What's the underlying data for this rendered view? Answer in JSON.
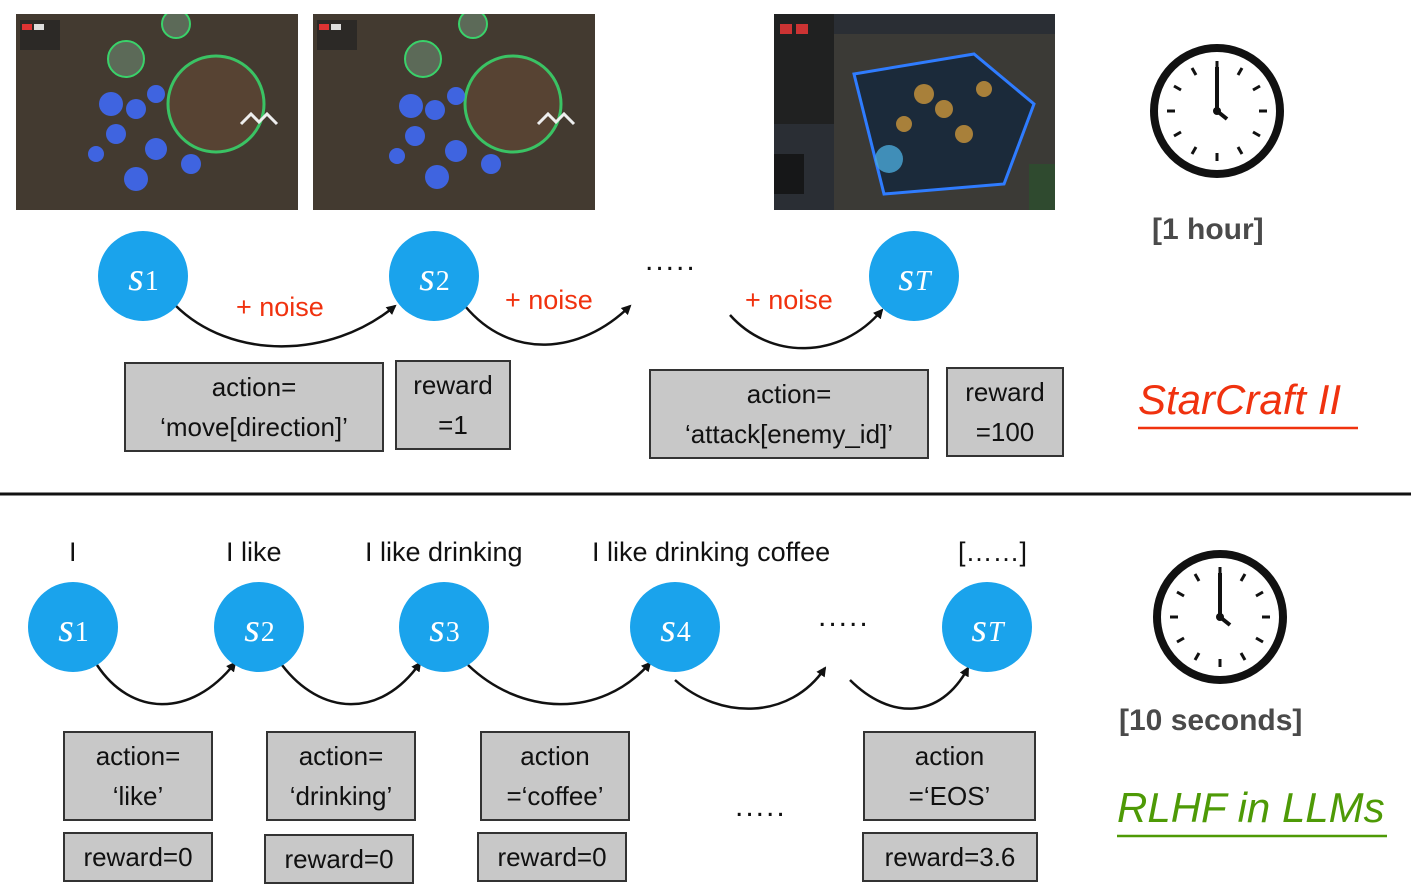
{
  "top": {
    "screenshots": [
      "starcraft-screenshot-1",
      "starcraft-screenshot-2",
      "starcraft-screenshot-3"
    ],
    "states": [
      {
        "symbol": "s",
        "sub": "1"
      },
      {
        "symbol": "s",
        "sub": "2"
      },
      {
        "symbol": "s",
        "sub": "T"
      }
    ],
    "noise": [
      "+ noise",
      "+ noise",
      "+ noise"
    ],
    "ellipsis": ".....",
    "action1": [
      "action=",
      "‘move[direction]’"
    ],
    "reward1": [
      "reward",
      "=1"
    ],
    "action2": [
      "action=",
      "‘attack[enemy_id]’"
    ],
    "reward2": [
      "reward",
      "=100"
    ],
    "duration": "[1 hour]",
    "label": "StarCraft II",
    "label_color": "#f0320f"
  },
  "bottom": {
    "words": [
      "I",
      "I like",
      "I like drinking",
      "I like drinking coffee",
      "[……]"
    ],
    "states": [
      {
        "symbol": "s",
        "sub": "1"
      },
      {
        "symbol": "s",
        "sub": "2"
      },
      {
        "symbol": "s",
        "sub": "3"
      },
      {
        "symbol": "s",
        "sub": "4"
      },
      {
        "symbol": "s",
        "sub": "T"
      }
    ],
    "ellipsis_states": ".....",
    "ellipsis_actions": ".....",
    "actions": [
      [
        "action=",
        "‘like’"
      ],
      [
        "action=",
        "‘drinking’"
      ],
      [
        "action",
        "=‘coffee’"
      ],
      [
        "action",
        "=‘EOS’"
      ]
    ],
    "rewards": [
      "reward=0",
      "reward=0",
      "reward=0",
      "reward=3.6"
    ],
    "duration": "[10 seconds]",
    "label": "RLHF in LLMs",
    "label_color": "#4e9a06"
  },
  "colors": {
    "node": "#1aa3ec",
    "box": "#c8c8c8"
  }
}
